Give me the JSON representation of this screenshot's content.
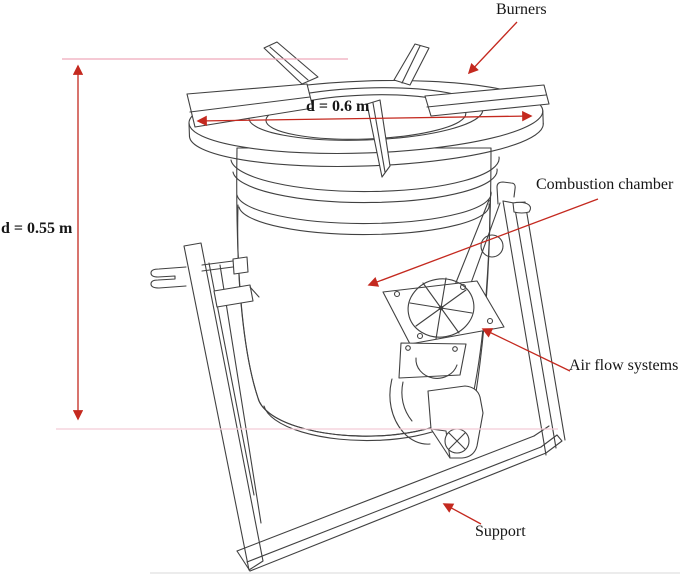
{
  "colors": {
    "background": "#ffffff",
    "line": "#414141",
    "annotation": "#c4291f",
    "reference_line": "#efa9ba",
    "reference_line_light": "#f4ccd6"
  },
  "labels": {
    "burners": "Burners",
    "combustion_chamber": "Combustion chamber",
    "air_flow": "Air flow systems",
    "support": "Support"
  },
  "dimensions": {
    "top_diameter": "d = 0.6 m",
    "body_height": "d = 0.55 m"
  }
}
